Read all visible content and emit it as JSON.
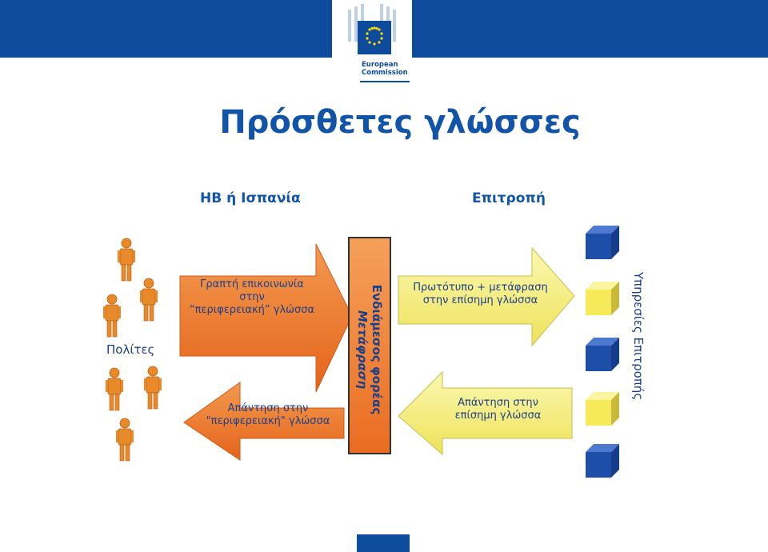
{
  "slide": {
    "title": "Πρόσθετες γλώσσες",
    "left_header": "ΗΒ ή Ισπανία",
    "right_header": "Επιτροπή",
    "citizens_label": "Πολίτες",
    "center_bar_lines": [
      "Ενδιάμεσος φορέας",
      "Μετάφραση"
    ],
    "right_vertical_label": "Υπηρεσίες Επιτροπής",
    "left_arrow_top": [
      "Γραπτή επικοινωνία",
      "στην",
      "“περιφερειακή” γλώσσα"
    ],
    "left_arrow_bottom": [
      "Απάντηση στην",
      "\"περιφερειακή\" γλώσσα"
    ],
    "right_arrow_top": [
      "Πρωτότυπο + μετάφραση",
      "στην επίσημη γλώσσα"
    ],
    "right_arrow_bottom": [
      "Απάντηση στην",
      "επίσημη γλώσσα"
    ]
  },
  "logo": {
    "lines": [
      "European",
      "Commission"
    ]
  },
  "colors": {
    "brand_blue": "#0d4c9c",
    "title_blue": "#1254a8",
    "orange_arrow": "#f07a2a",
    "yellow_arrow": "#f7f07a",
    "cube_blue": "#1d4fa8",
    "cube_yellow": "#f6ea5a",
    "person_orange": "#e8892a"
  }
}
